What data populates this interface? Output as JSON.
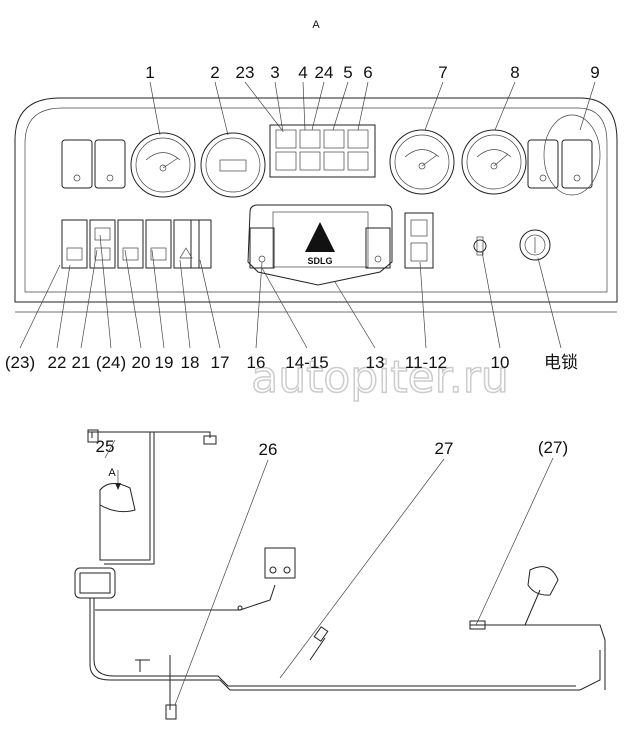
{
  "view_label": "A",
  "top_callouts": [
    "1",
    "2",
    "23",
    "3",
    "4",
    "24",
    "5",
    "6",
    "7",
    "8",
    "9"
  ],
  "bottom_callouts": [
    "(23)",
    "22",
    "21",
    "(24)",
    "20",
    "19",
    "18",
    "17",
    "16",
    "14-15",
    "13",
    "11-12",
    "10",
    "电锁"
  ],
  "harness_callouts": [
    "25",
    "26",
    "27",
    "(27)"
  ],
  "arrow_label": "A",
  "logo_text": "SDLG",
  "watermark": "autopiter.ru"
}
